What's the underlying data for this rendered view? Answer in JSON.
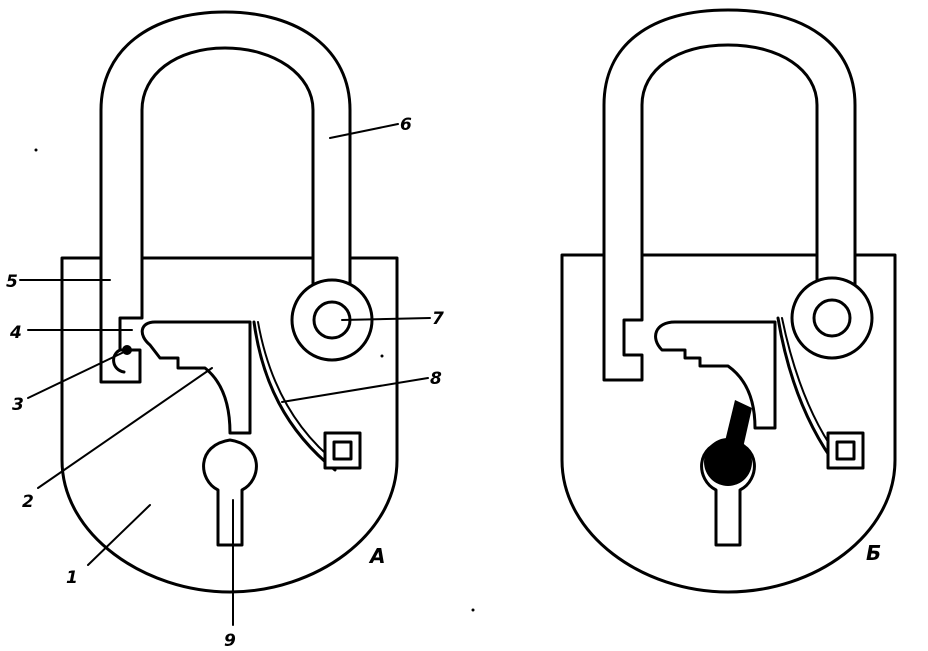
{
  "labels": {
    "l1": "1",
    "l2": "2",
    "l3": "3",
    "l4": "4",
    "l5": "5",
    "l6": "6",
    "l7": "7",
    "l8": "8",
    "l9": "9"
  },
  "panels": {
    "a": "А",
    "b": "Б"
  },
  "colors": {
    "ink": "#000000",
    "paper": "#ffffff"
  }
}
